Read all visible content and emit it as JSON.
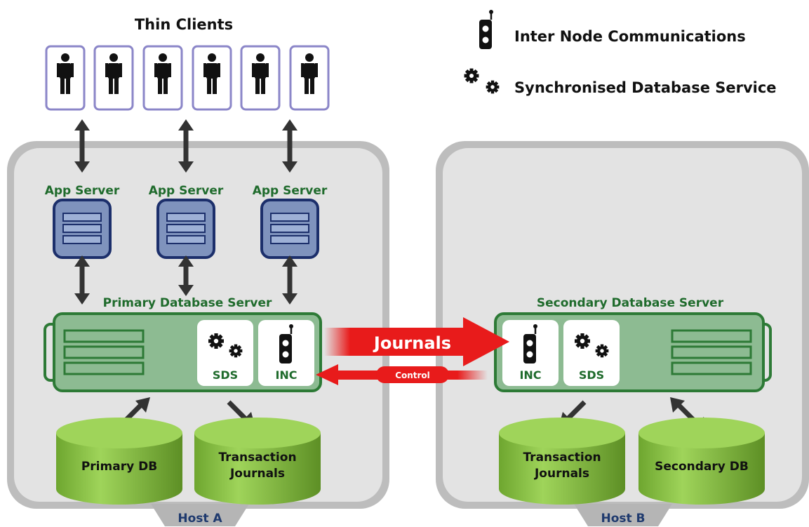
{
  "legend": {
    "inc_label": "Inter Node Communications",
    "sds_label": "Synchronised Database Service"
  },
  "thin_clients": {
    "title": "Thin Clients",
    "count": 6
  },
  "host_a": {
    "label": "Host A",
    "app_servers": [
      "App Server",
      "App Server",
      "App Server"
    ],
    "server_title": "Primary Database Server",
    "sds_label": "SDS",
    "inc_label": "INC",
    "db_primary": "Primary DB",
    "db_journals_line1": "Transaction",
    "db_journals_line2": "Journals"
  },
  "host_b": {
    "label": "Host B",
    "server_title": "Secondary Database Server",
    "inc_label": "INC",
    "sds_label": "SDS",
    "db_journals_line1": "Transaction",
    "db_journals_line2": "Journals",
    "db_secondary": "Secondary DB"
  },
  "links": {
    "journals": "Journals",
    "control": "Control"
  },
  "colors": {
    "host_bg": "#e3e3e3",
    "host_border": "#b5b5b5",
    "server_green": "#8dbb92",
    "server_border": "#2d7a36",
    "db_green": "#8bc34a",
    "app_blue": "#7f93bd",
    "app_border": "#1c2f6b",
    "red": "#e81b1b"
  }
}
